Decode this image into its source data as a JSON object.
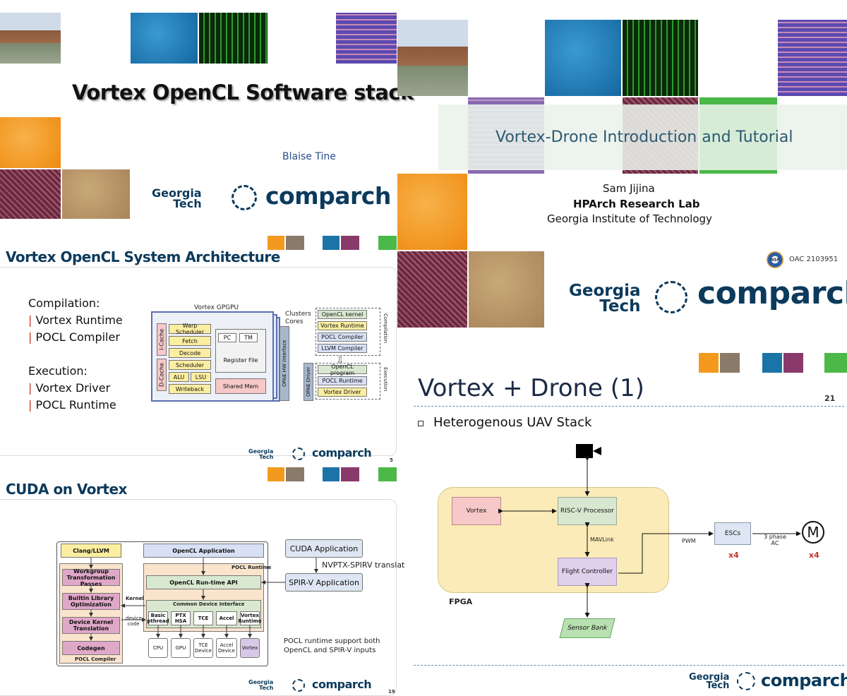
{
  "slide1": {
    "title": "Vortex OpenCL Software stack",
    "author": "Blaise Tine"
  },
  "slide2": {
    "title": "Vortex-Drone Introduction and Tutorial",
    "presenter": "Sam Jijina",
    "lab": "HPArch Research Lab",
    "institution": "Georgia Institute of Technology",
    "grant": "OAC 2103951",
    "nsf": "NSF"
  },
  "slide3": {
    "title": "Vortex OpenCL System Architecture",
    "compilation_heading": "Compilation:",
    "compilation_items": [
      "Vortex Runtime",
      "POCL Compiler"
    ],
    "execution_heading": "Execution:",
    "execution_items": [
      "Vortex Driver",
      "POCL Runtime"
    ],
    "page": "5",
    "diagram": {
      "gpgpu": "Vortex GPGPU",
      "clusters": "Clusters",
      "cores": "Cores",
      "icache": "I-Cache",
      "dcache": "D-Cache",
      "warp": "Warp Scheduler",
      "fetch": "Fetch",
      "decode": "Decode",
      "scheduler": "Scheduler",
      "alu": "ALU",
      "lsu": "LSU",
      "writeback": "Writeback",
      "pc": "PC",
      "tm": "TM",
      "regfile": "Register File",
      "sharedmem": "Shared Mem",
      "opae_hw": "OPAE HW Interface",
      "opae_drv": "OPAE Driver",
      "compilation": "Compilation",
      "execution": "Execution",
      "ocl_kernel": "OpenCL kernel",
      "vx_runtime": "Vortex Runtime",
      "pocl_compiler": "POCL Compiler",
      "llvm_compiler": "LLVM Compiler",
      "ocl_program": "OpenCL program",
      "pocl_runtime": "POCL Runtime",
      "vx_driver": "Vortex Driver"
    }
  },
  "slide4": {
    "title": "CUDA on Vortex",
    "page": "19",
    "diagram": {
      "clang": "Clang/LLVM",
      "wg": "Workgroup Transformation Passes",
      "builtin": "Builtin Library Optimization",
      "dkt": "Device Kernel Translation",
      "codegen": "Codegen",
      "pocl_compiler": "POCL Compiler",
      "kernel": "Kernel",
      "device_code": "device code",
      "ocl_app": "OpenCL Application",
      "pocl_runtime": "POCL Runtime",
      "rt_api": "OpenCL Run-time API",
      "cdi": "Common Device Interface",
      "basic": "Basic pthread",
      "ptx": "PTX HSA",
      "tce": "TCE",
      "accel": "Accel",
      "vx_runtime": "Vortex Runtime",
      "cpu": "CPU",
      "gpu": "GPU",
      "tce_dev": "TCE Device",
      "accel_dev": "Accel Device",
      "vortex": "Vortex",
      "cuda_app": "CUDA Application",
      "nvptx": "NVPTX-SPIRV translat",
      "spirv_app": "SPIR-V Application",
      "note": "POCL runtime support both OpenCL and SPIR-V inputs"
    }
  },
  "slide5": {
    "title": "Vortex + Drone (1)",
    "page": "21",
    "bullet": "Heterogenous UAV Stack",
    "diagram": {
      "vortex": "Vortex",
      "riscv": "RISC-V Processor",
      "mavlink": "MAVLink",
      "fc": "Flight Controller",
      "fpga": "FPGA",
      "pwm": "PWM",
      "escs": "ESCs",
      "phase": "3 phase AC",
      "x4a": "x4",
      "x4b": "x4",
      "motor": "M",
      "sensor": "Sensor Bank"
    }
  },
  "logo": {
    "georgia": "Georgia",
    "tech": "Tech",
    "comparch": "comparch"
  },
  "colors": {
    "navy": "#0b3a5c",
    "orange": "#f39a1e",
    "blue": "#1b73a8",
    "green": "#4cb848",
    "purple": "#8a3a6a",
    "tan": "#b8945c",
    "red": "#c0392b"
  }
}
